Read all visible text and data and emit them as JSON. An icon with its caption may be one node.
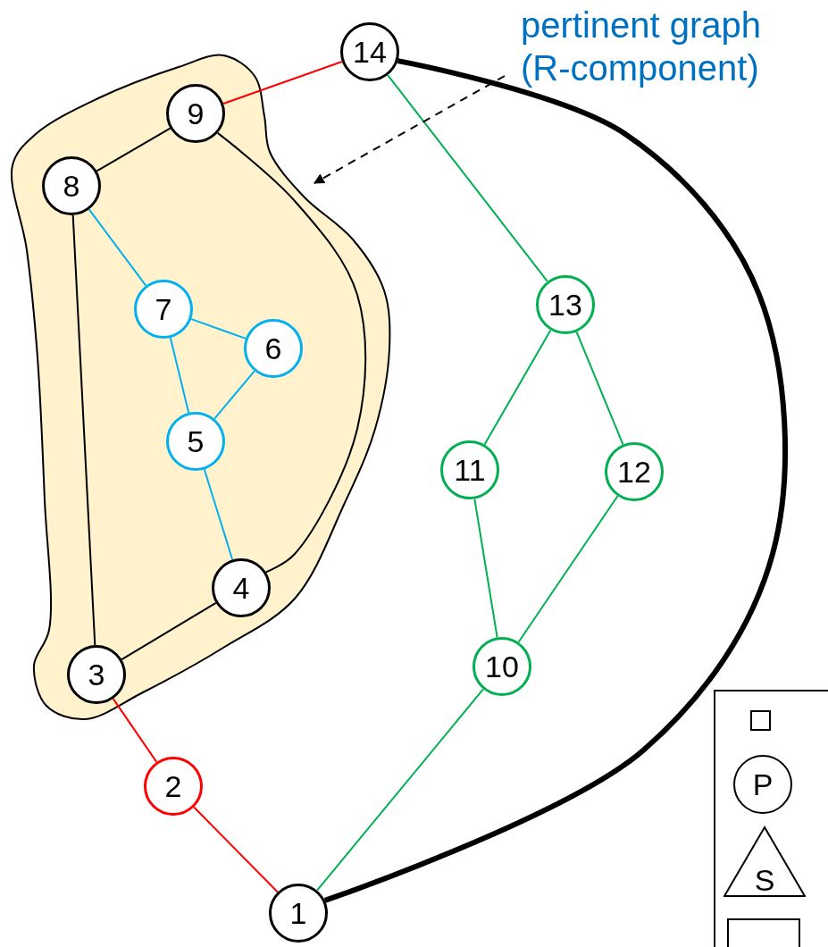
{
  "diagram": {
    "nodes": [
      {
        "text": [
          "14"
        ]
      },
      {
        "text": [],
        "shape": "region"
      },
      {
        "text": [
          "9"
        ],
        "in": 1
      },
      {
        "text": [
          "8"
        ],
        "in": 1
      },
      {
        "text": [
          "7"
        ],
        "in": 1
      },
      {
        "text": [
          "6"
        ],
        "in": 1
      },
      {
        "text": [
          "5"
        ],
        "in": 1
      },
      {
        "text": [
          "4"
        ],
        "in": 1
      },
      {
        "text": [
          "3"
        ],
        "in": 1
      },
      {
        "text": [
          "13"
        ]
      },
      {
        "text": [
          "11"
        ]
      },
      {
        "text": [
          "12"
        ]
      },
      {
        "text": [
          "10"
        ]
      },
      {
        "text": [
          "2"
        ]
      },
      {
        "text": [
          "1"
        ]
      },
      {
        "text": [
          "pertinent graph (R-component)"
        ]
      },
      {
        "text": [],
        "shape": "box"
      },
      {
        "text": [],
        "shape": "box",
        "in": 16
      },
      {
        "text": [
          "P"
        ],
        "in": 16
      },
      {
        "text": [
          "S"
        ],
        "in": 16
      },
      {
        "text": [],
        "shape": "box",
        "in": 16
      }
    ],
    "edges": [
      {
        "from": 0,
        "to": 2,
        "arrow": "none",
        "color": "#ff0000"
      },
      {
        "from": 0,
        "to": 9,
        "arrow": "none",
        "color": "#00b050"
      },
      {
        "from": 0,
        "to": 14,
        "arrow": "none",
        "style": "thick",
        "color": "#000000"
      },
      {
        "from": 2,
        "to": 3,
        "arrow": "none",
        "color": "#000000"
      },
      {
        "from": 2,
        "to": 7,
        "arrow": "none",
        "color": "#000000"
      },
      {
        "from": 3,
        "to": 8,
        "arrow": "none",
        "color": "#000000"
      },
      {
        "from": 3,
        "to": 4,
        "arrow": "none",
        "color": "#00b0f0"
      },
      {
        "from": 4,
        "to": 5,
        "arrow": "none",
        "color": "#00b0f0"
      },
      {
        "from": 4,
        "to": 6,
        "arrow": "none",
        "color": "#00b0f0"
      },
      {
        "from": 5,
        "to": 6,
        "arrow": "none",
        "color": "#00b0f0"
      },
      {
        "from": 6,
        "to": 7,
        "arrow": "none",
        "color": "#00b0f0"
      },
      {
        "from": 7,
        "to": 8,
        "arrow": "none",
        "color": "#000000"
      },
      {
        "from": 8,
        "to": 13,
        "arrow": "none",
        "color": "#ff0000"
      },
      {
        "from": 13,
        "to": 14,
        "arrow": "none",
        "color": "#ff0000"
      },
      {
        "from": 9,
        "to": 10,
        "arrow": "none",
        "color": "#00b050"
      },
      {
        "from": 9,
        "to": 11,
        "arrow": "none",
        "color": "#00b050"
      },
      {
        "from": 10,
        "to": 12,
        "arrow": "none",
        "color": "#00b050"
      },
      {
        "from": 11,
        "to": 12,
        "arrow": "none",
        "color": "#00b050"
      },
      {
        "from": 12,
        "to": 14,
        "arrow": "none",
        "color": "#00b050"
      },
      {
        "from": 15,
        "to": 1,
        "arrow": "to",
        "style": "dashed",
        "color": "#000000"
      }
    ]
  }
}
